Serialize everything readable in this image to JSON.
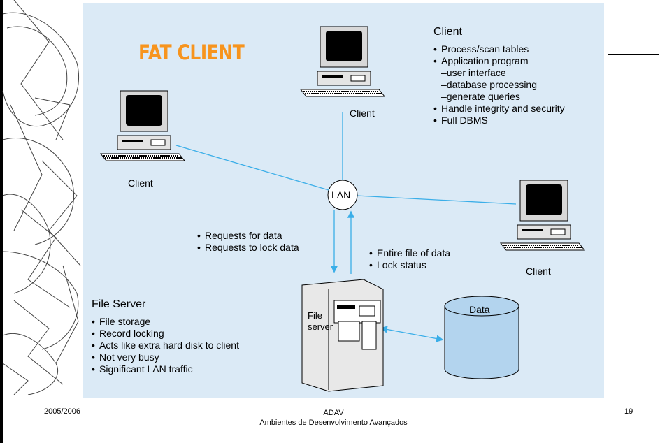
{
  "title": "FAT CLIENT",
  "client_info": {
    "heading": "Client",
    "items": [
      {
        "text": "Process/scan tables",
        "type": "bullet"
      },
      {
        "text": "Application program",
        "type": "bullet"
      },
      {
        "text": "user interface",
        "type": "dash"
      },
      {
        "text": "database processing",
        "type": "dash"
      },
      {
        "text": "generate queries",
        "type": "dash"
      },
      {
        "text": "Handle integrity and security",
        "type": "bullet"
      },
      {
        "text": "Full DBMS",
        "type": "bullet"
      }
    ]
  },
  "server_info": {
    "heading": "File Server",
    "items": [
      {
        "text": "File storage",
        "type": "bullet"
      },
      {
        "text": "Record locking",
        "type": "bullet"
      },
      {
        "text": "Acts like extra hard disk to client",
        "type": "bullet"
      },
      {
        "text": "Not very busy",
        "type": "bullet"
      },
      {
        "text": "Significant LAN traffic",
        "type": "bullet"
      }
    ]
  },
  "requests_up": {
    "items": [
      {
        "text": "Requests for data",
        "type": "bullet"
      },
      {
        "text": "Requests to lock data",
        "type": "bullet"
      }
    ]
  },
  "responses_down": {
    "items": [
      {
        "text": "Entire file of data",
        "type": "bullet"
      },
      {
        "text": "Lock status",
        "type": "bullet"
      }
    ]
  },
  "nodes": {
    "client_label": "Client",
    "lan_label": "LAN",
    "file_server_label_line1": "File",
    "file_server_label_line2": "server",
    "data_label": "Data"
  },
  "footer": {
    "left": "2005/2006",
    "center_line1": "ADAV",
    "center_line2": "Ambientes de Desenvolvimento Avançados",
    "page_number": "19"
  },
  "colors": {
    "panel_background": "#dbeaf6",
    "title": "#f7941d",
    "connector": "#3aaee8",
    "database_fill": "#b3d4ee"
  }
}
